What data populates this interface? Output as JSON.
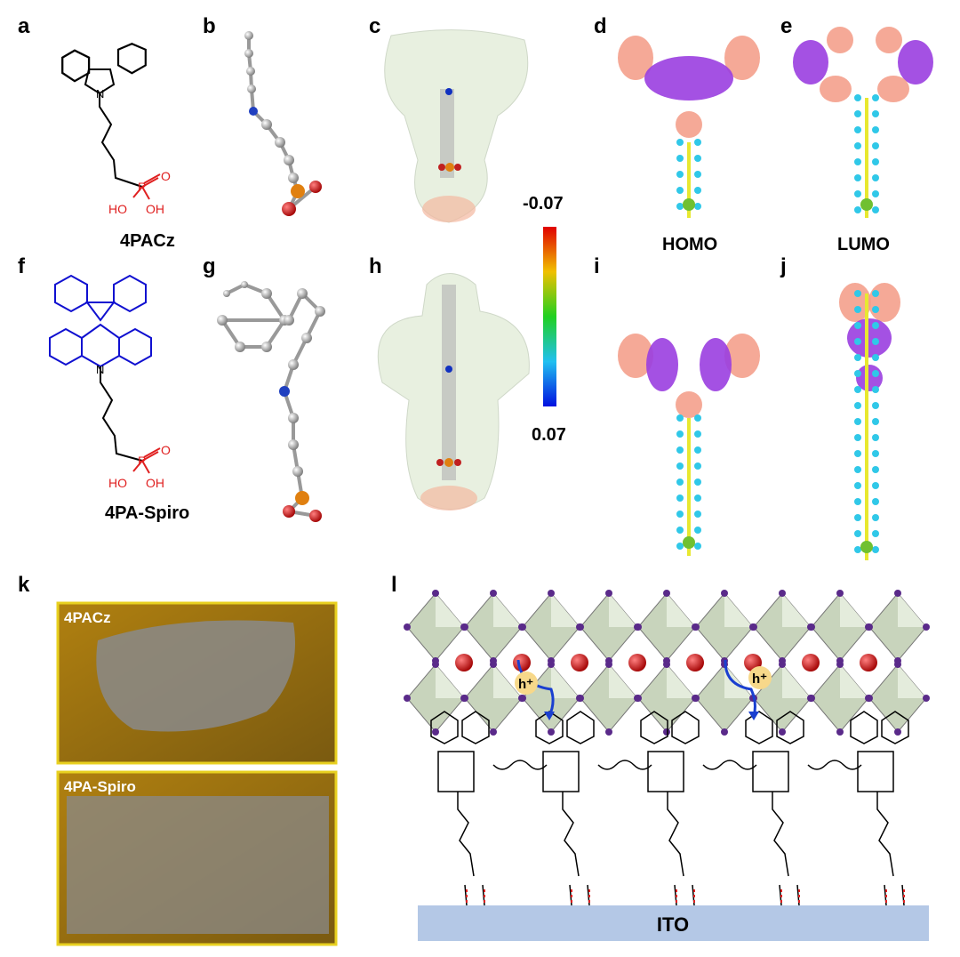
{
  "panels": {
    "a": "a",
    "b": "b",
    "c": "c",
    "d": "d",
    "e": "e",
    "f": "f",
    "g": "g",
    "h": "h",
    "i": "i",
    "j": "j",
    "k": "k",
    "l": "l"
  },
  "captions": {
    "mol1": "4PACz",
    "mol2": "4PA-Spiro",
    "homo": "HOMO",
    "lumo": "LUMO"
  },
  "colorbar": {
    "max_label": "-0.07",
    "min_label": "0.07"
  },
  "atoms": {
    "n": "N",
    "p": "P",
    "o": "O",
    "ho": "HO",
    "oh": "OH"
  },
  "md": {
    "top_label": "4PACz",
    "bottom_label": "4PA-Spiro"
  },
  "schematic": {
    "hole": "h⁺",
    "substrate": "ITO"
  },
  "colors": {
    "phosphonic": "#e02020",
    "spiro": "#1010d0",
    "ito": "#b4c8e6",
    "hole_arrow": "#1a3fd0",
    "orbital_pos": "#f4a08c",
    "orbital_neg": "#9a3ee0"
  }
}
